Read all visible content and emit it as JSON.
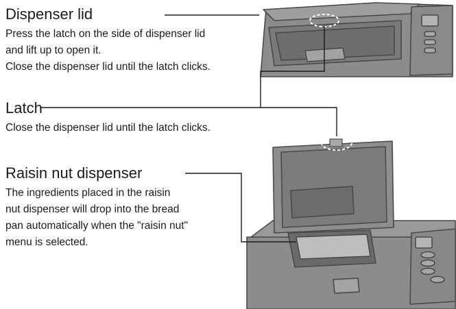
{
  "sections": {
    "dispenser_lid": {
      "title": "Dispenser lid",
      "lines": [
        "Press the latch on the side of dispenser lid",
        "and lift up to open it.",
        "Close the dispenser lid until the latch clicks."
      ]
    },
    "latch": {
      "title": "Latch",
      "lines": [
        "Close the dispenser lid until the latch clicks."
      ]
    },
    "raisin_nut_dispenser": {
      "title": "Raisin nut dispenser",
      "lines": [
        "The ingredients placed in the raisin",
        "nut dispenser will drop into the bread",
        "pan automatically when the \"raisin nut\"",
        "menu is selected."
      ]
    }
  }
}
